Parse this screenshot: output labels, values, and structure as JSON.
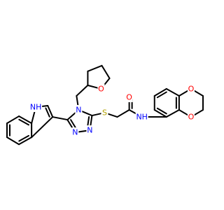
{
  "colors": {
    "bond": "#000000",
    "nitrogen": "#0000ff",
    "oxygen": "#ff0000",
    "sulfur": "#b2a100",
    "background": "#ffffff"
  },
  "atoms": [
    {
      "id": "nh_indole",
      "label": "NH",
      "element": "N"
    },
    {
      "id": "n_triazole_4",
      "label": "N",
      "element": "N"
    },
    {
      "id": "n_triazole_1",
      "label": "N",
      "element": "N"
    },
    {
      "id": "n_triazole_2",
      "label": "N",
      "element": "N"
    },
    {
      "id": "s_thioether",
      "label": "S",
      "element": "S"
    },
    {
      "id": "o_carbonyl",
      "label": "O",
      "element": "O"
    },
    {
      "id": "nh_amide",
      "label": "NH",
      "element": "N"
    },
    {
      "id": "o_thf",
      "label": "O",
      "element": "O"
    },
    {
      "id": "o_dioxane_top",
      "label": "O",
      "element": "O"
    },
    {
      "id": "o_dioxane_bottom",
      "label": "O",
      "element": "O"
    }
  ]
}
